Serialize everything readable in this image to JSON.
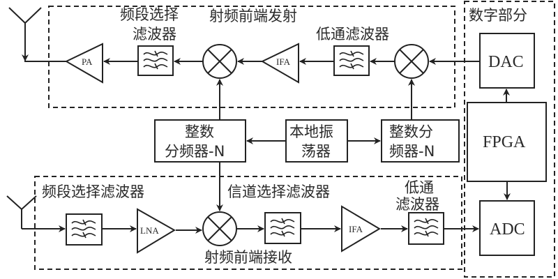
{
  "diagram": {
    "tx_section": {
      "title": "射频前端发射",
      "band_filter_label_line1": "频段选择",
      "band_filter_label_line2": "滤波器",
      "lpf_label": "低通滤波器",
      "pa_label": "PA",
      "ifa_label": "IFA"
    },
    "digital_section": {
      "title": "数字部分",
      "dac_label": "DAC",
      "fpga_label": "FPGA",
      "adc_label": "ADC"
    },
    "lo_section": {
      "divider_left_line1": "整数",
      "divider_left_line2": "分频器-N",
      "oscillator_line1": "本地振",
      "oscillator_line2": "荡器",
      "divider_right_line1": "整数分",
      "divider_right_line2": "频器-N"
    },
    "rx_section": {
      "title": "射频前端接收",
      "band_filter_label": "频段选择滤波器",
      "channel_filter_label": "信道选择滤波器",
      "lpf_label_line1": "低通",
      "lpf_label_line2": "滤波器",
      "lna_label": "LNA",
      "ifa_label": "IFA"
    },
    "icons": {
      "antenna": "antenna-icon",
      "mixer": "mixer-icon",
      "filter": "bandpass-filter-icon",
      "amplifier": "amplifier-triangle-icon"
    }
  }
}
